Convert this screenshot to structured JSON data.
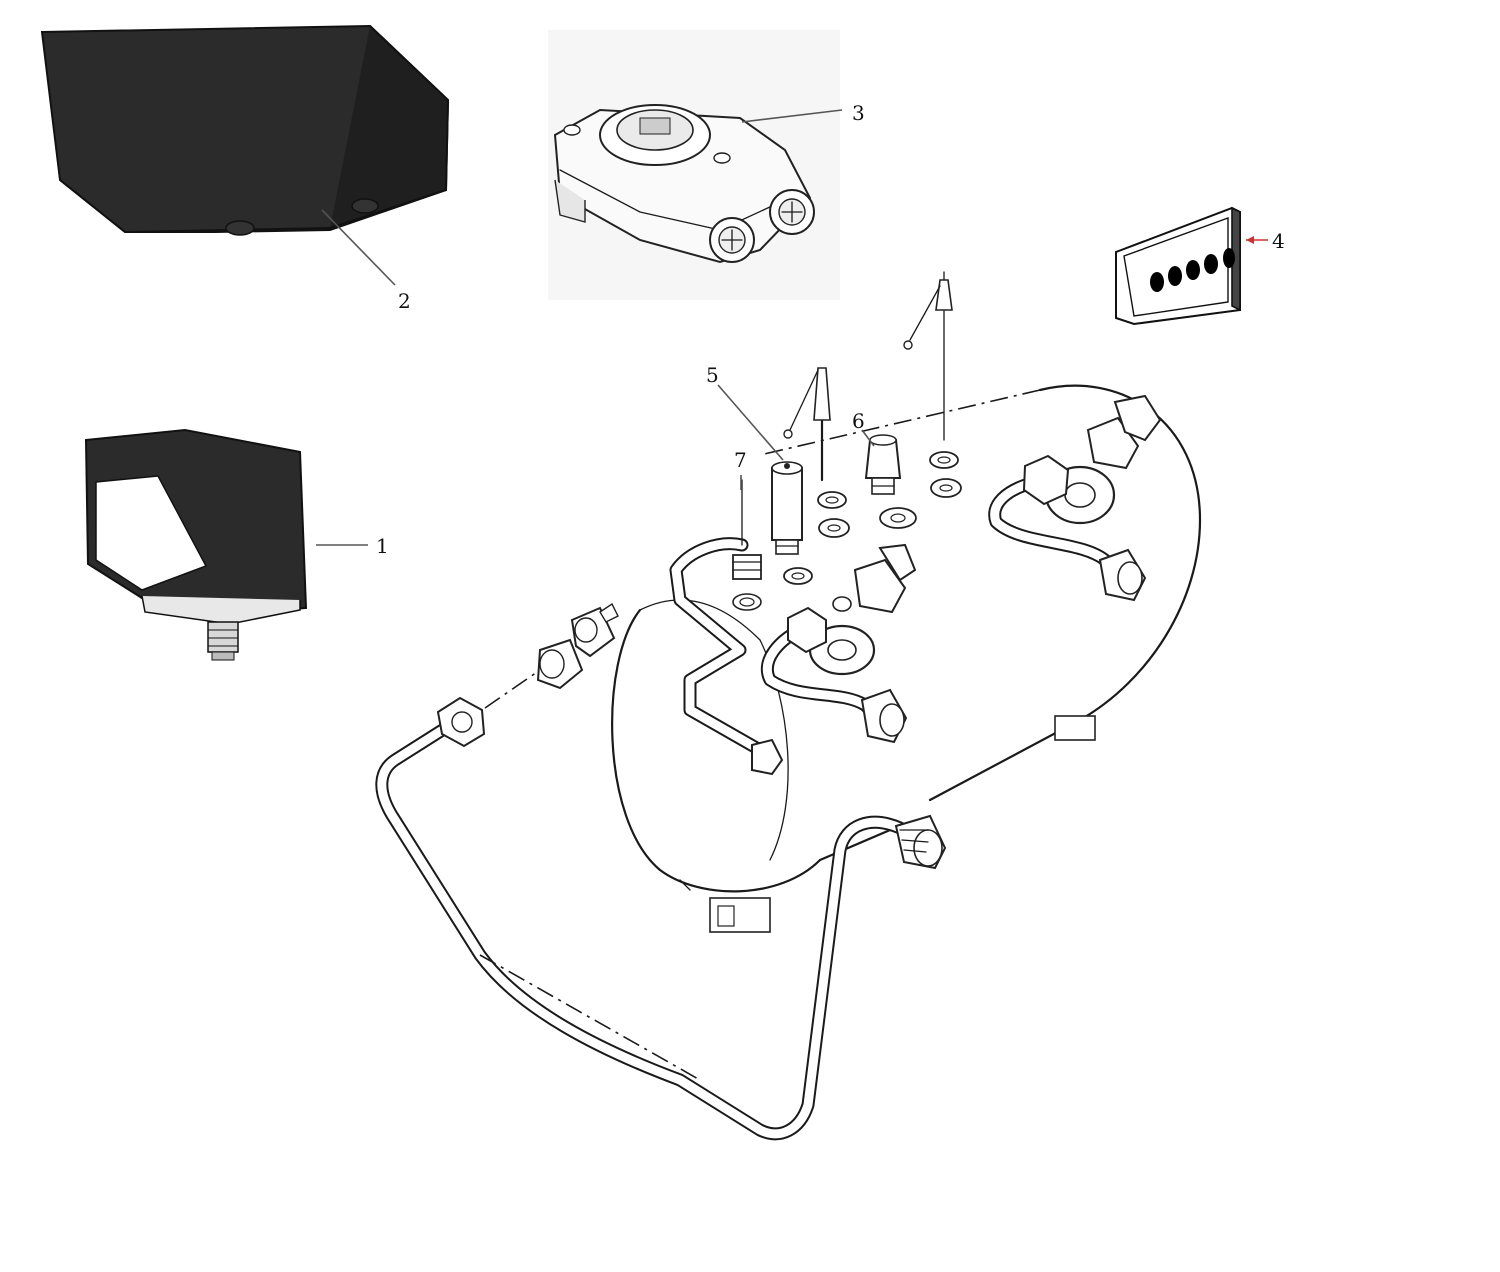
{
  "colors": {
    "ink": "#1a1a1a",
    "cover_fill": "#2b2b2b",
    "background": "#ffffff",
    "callout_arrow": "#cc3333"
  },
  "callouts": [
    {
      "id": "1",
      "label": "1"
    },
    {
      "id": "2",
      "label": "2"
    },
    {
      "id": "3",
      "label": "3"
    },
    {
      "id": "4",
      "label": "4"
    },
    {
      "id": "5",
      "label": "5"
    },
    {
      "id": "6",
      "label": "6"
    },
    {
      "id": "7",
      "label": "7"
    }
  ]
}
